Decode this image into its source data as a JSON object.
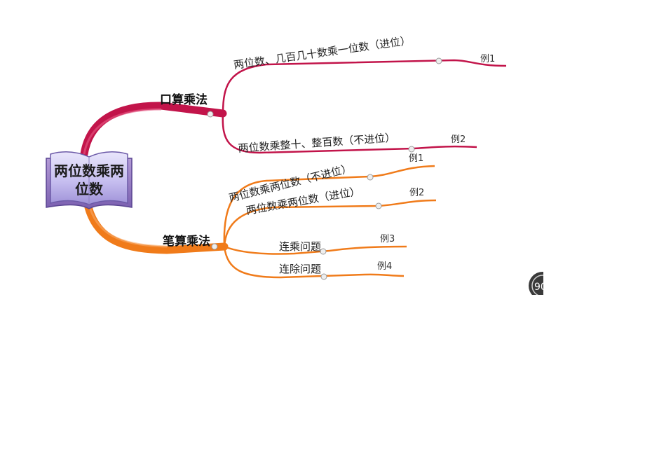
{
  "root": {
    "line1": "两位数乘两",
    "line2": "位数"
  },
  "branches": [
    {
      "label": "口算乘法",
      "color": "#c2144a",
      "leaves": [
        {
          "label": "两位数、几百几十数乘一位数（进位）",
          "example": "例1"
        },
        {
          "label": "两位数乘整十、整百数（不进位）",
          "example": "例2"
        }
      ]
    },
    {
      "label": "笔算乘法",
      "color": "#f07b1a",
      "leaves": [
        {
          "label": "两位数乘两位数（不进位）",
          "example": "例1"
        },
        {
          "label": "两位数乘两位数（进位）",
          "example": "例2"
        },
        {
          "label": "连乘问题",
          "example": "例3"
        },
        {
          "label": "连除问题",
          "example": "例4"
        }
      ]
    }
  ],
  "corner_badge": "90"
}
